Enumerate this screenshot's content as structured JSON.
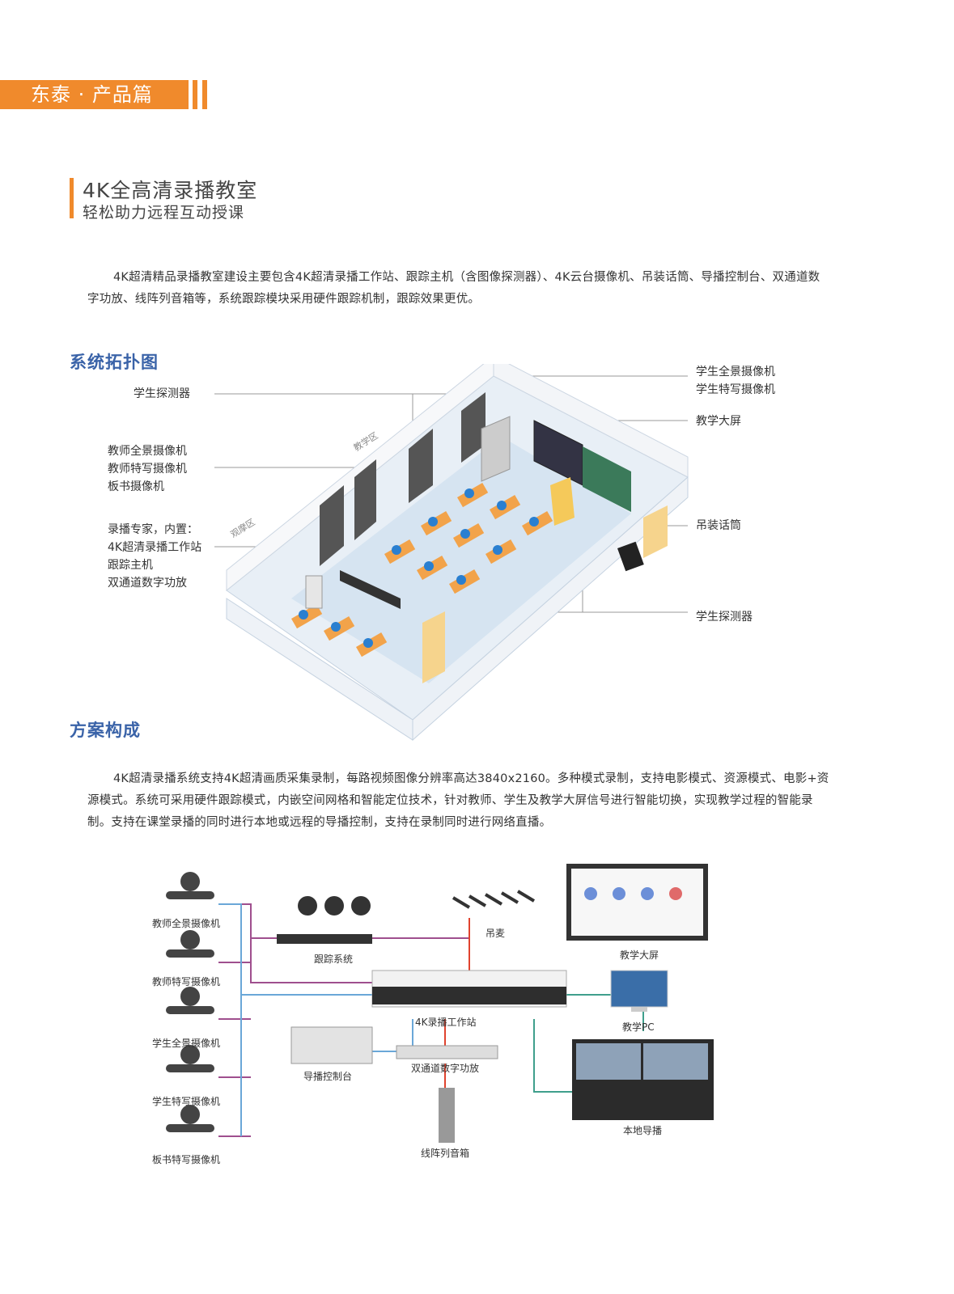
{
  "header": {
    "tab_text": "东泰 · 产品篇"
  },
  "title": {
    "main": "4K全高清录播教室",
    "sub": "轻松助力远程互动授课"
  },
  "intro": "4K超清精品录播教室建设主要包含4K超清录播工作站、跟踪主机（含图像探测器）、4K云台摄像机、吊装话筒、导播控制台、双通道数字功放、线阵列音箱等，系统跟踪模块采用硬件跟踪机制，跟踪效果更优。",
  "topology": {
    "heading": "系统拓扑图",
    "left_labels": {
      "student_detector": "学生探测器",
      "teacher_group": [
        "教师全景摄像机",
        "教师特写摄像机",
        "板书摄像机"
      ],
      "recorder_group": [
        "录播专家，内置：",
        "4K超清录播工作站",
        "跟踪主机",
        "双通道数字功放"
      ]
    },
    "right_labels": {
      "student_cams": [
        "学生全景摄像机",
        "学生特写摄像机"
      ],
      "screen": "教学大屏",
      "mic": "吊装话筒",
      "student_detector": "学生探测器"
    },
    "room_zones": {
      "teaching": "教学区",
      "viewing": "观摩区"
    }
  },
  "solution": {
    "heading": "方案构成",
    "text": "4K超清录播系统支持4K超清画质采集录制，每路视频图像分辨率高达3840x2160。多种模式录制，支持电影模式、资源模式、电影+资源模式。系统可采用硬件跟踪模式，内嵌空间网格和智能定位技术，针对教师、学生及教学大屏信号进行智能切换，实现教学过程的智能录制。支持在课堂录播的同时进行本地或远程的导播控制，支持在录制同时进行网络直播。"
  },
  "diagram": {
    "cameras": [
      "教师全景摄像机",
      "教师特写摄像机",
      "学生全景摄像机",
      "学生特写摄像机",
      "板书特写摄像机"
    ],
    "tracking": "跟踪系统",
    "mic": "吊麦",
    "workstation": "4K录播工作站",
    "console": "导播控制台",
    "amp": "双通道数字功放",
    "speaker": "线阵列音箱",
    "screen": "教学大屏",
    "pc": "教学PC",
    "local": "本地导播"
  },
  "colors": {
    "accent": "#f08a2c",
    "heading": "#3a63a8"
  }
}
